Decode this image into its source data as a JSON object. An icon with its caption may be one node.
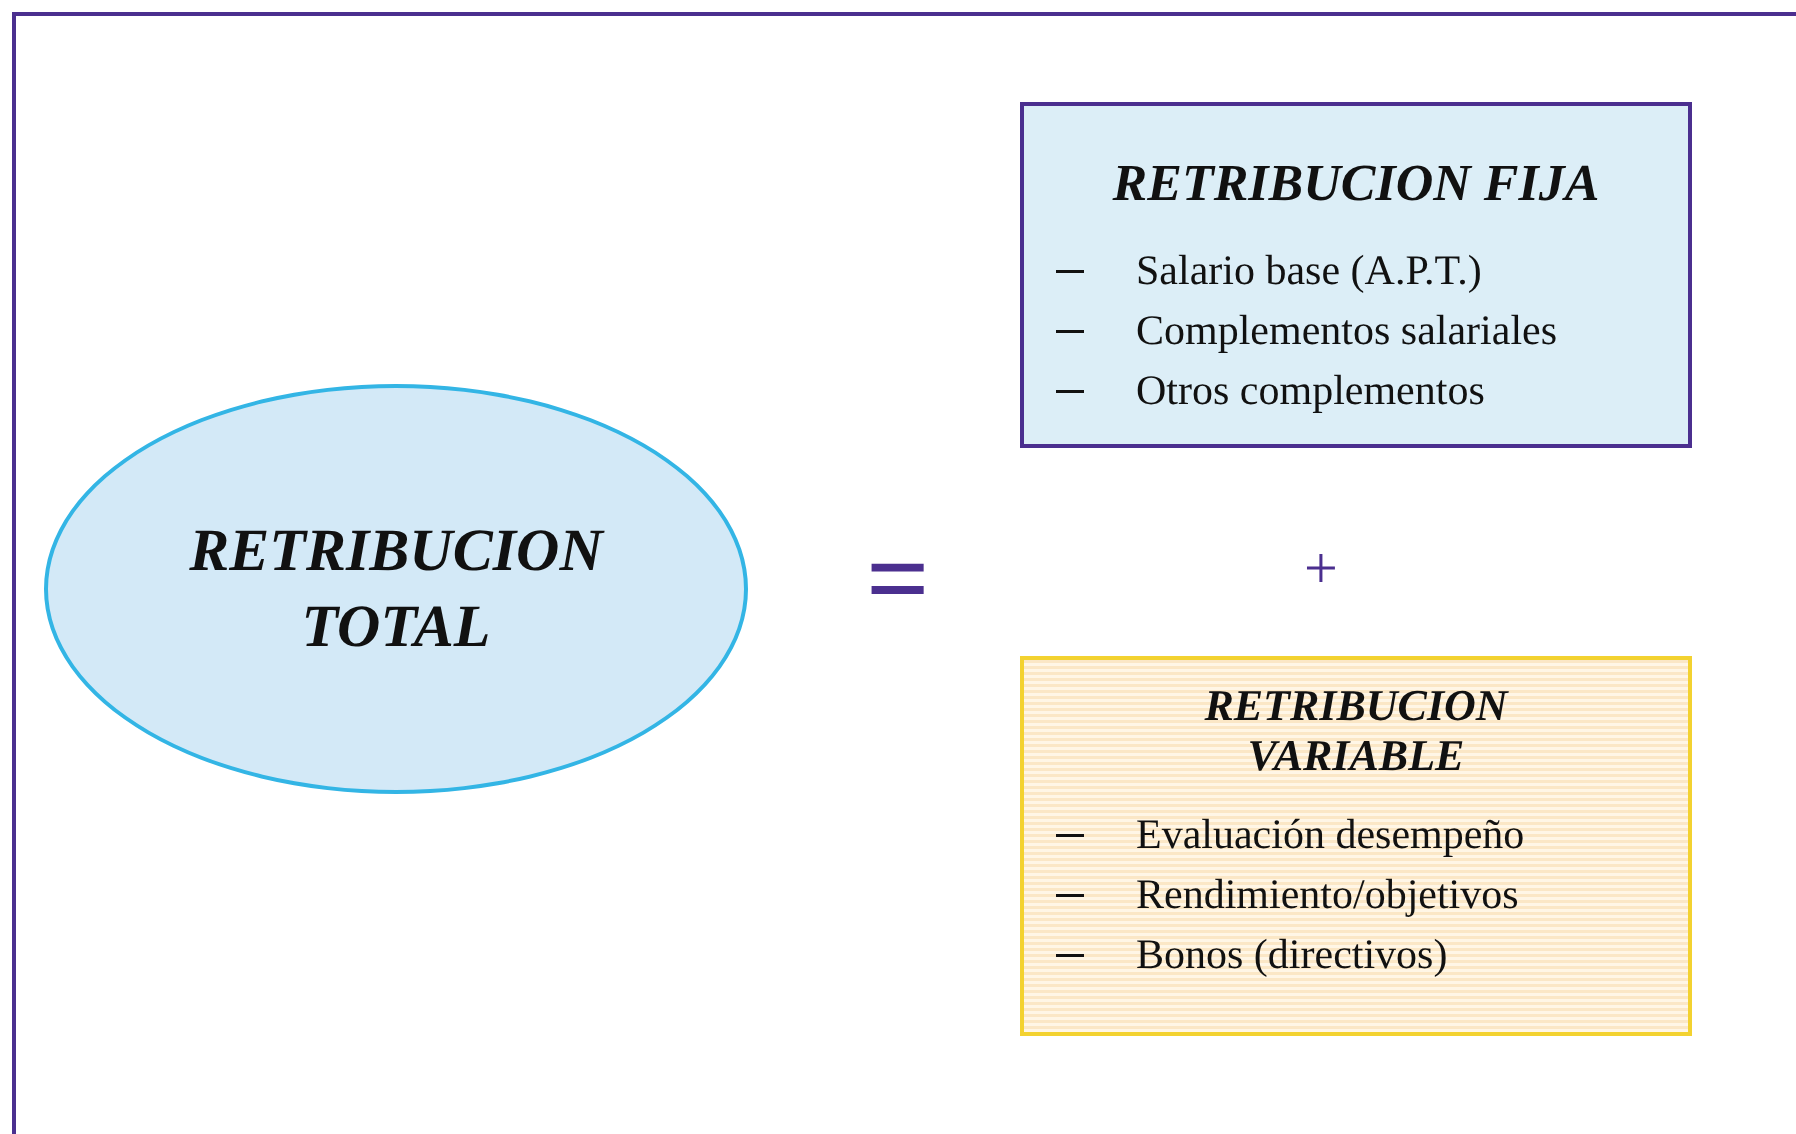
{
  "diagram": {
    "nodes": [
      {
        "text": [
          "RETRIBUCION TOTAL"
        ]
      },
      {
        "text": [
          "RETRIBUCION FIJA",
          "Salario base (A.P.T.)",
          "Complementos salariales",
          "Otros complementos"
        ]
      },
      {
        "text": [
          "RETRIBUCION VARIABLE",
          "Evaluación desempeño",
          "Rendimiento/objetivos",
          "Bonos (directivos)"
        ]
      }
    ],
    "labels": [
      "=",
      "+"
    ]
  }
}
